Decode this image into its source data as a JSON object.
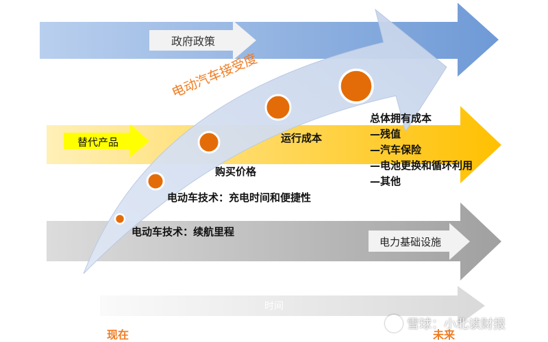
{
  "arrows": {
    "policy": "政府政策",
    "substitute": "替代产品",
    "infrastructure": "电力基础设施",
    "time": "时间"
  },
  "curve_label": "电动汽车接受度",
  "factors": {
    "range": "电动车技术：续航里程",
    "charging": "电动车技术：充电时间和便捷性",
    "price": "购买价格",
    "running_cost": "运行成本",
    "tco_title": "总体拥有成本",
    "tco_items": [
      "—残值",
      "—汽车保险",
      "—电池更换和循环利用",
      "—其他"
    ]
  },
  "timeline": {
    "now": "现在",
    "future": "未来"
  },
  "watermark": "雪球：小北读财报",
  "colors": {
    "blue_band": "#8aaedf",
    "yellow_band": "#ffc000",
    "grey_band": "#a6a6a6",
    "dot": "#e36c09",
    "label_orange": "#f07c22"
  }
}
